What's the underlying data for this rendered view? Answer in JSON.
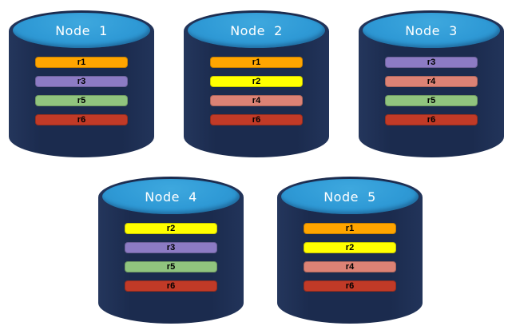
{
  "canvas": {
    "background": "#ffffff"
  },
  "colors": {
    "cylinder_body": "#1B2B4E",
    "cylinder_top": "#2F9AD6",
    "node_title_text": "#FFFFFF",
    "replica_label_text": "#000000"
  },
  "replica_colors": {
    "r1": "#FFA500",
    "r2": "#FFFF00",
    "r3": "#8C7BC4",
    "r4": "#DC8275",
    "r5": "#90C47E",
    "r6": "#C13A27"
  },
  "nodes": [
    {
      "title": "Node  1",
      "replicas": [
        {
          "label": "r1",
          "color": "#FFA500"
        },
        {
          "label": "r3",
          "color": "#8C7BC4"
        },
        {
          "label": "r5",
          "color": "#90C47E"
        },
        {
          "label": "r6",
          "color": "#C13A27"
        }
      ]
    },
    {
      "title": "Node  2",
      "replicas": [
        {
          "label": "r1",
          "color": "#FFA500"
        },
        {
          "label": "r2",
          "color": "#FFFF00"
        },
        {
          "label": "r4",
          "color": "#DC8275"
        },
        {
          "label": "r6",
          "color": "#C13A27"
        }
      ]
    },
    {
      "title": "Node  3",
      "replicas": [
        {
          "label": "r3",
          "color": "#8C7BC4"
        },
        {
          "label": "r4",
          "color": "#DC8275"
        },
        {
          "label": "r5",
          "color": "#90C47E"
        },
        {
          "label": "r6",
          "color": "#C13A27"
        }
      ]
    },
    {
      "title": "Node  4",
      "replicas": [
        {
          "label": "r2",
          "color": "#FFFF00"
        },
        {
          "label": "r3",
          "color": "#8C7BC4"
        },
        {
          "label": "r5",
          "color": "#90C47E"
        },
        {
          "label": "r6",
          "color": "#C13A27"
        }
      ]
    },
    {
      "title": "Node  5",
      "replicas": [
        {
          "label": "r1",
          "color": "#FFA500"
        },
        {
          "label": "r2",
          "color": "#FFFF00"
        },
        {
          "label": "r4",
          "color": "#DC8275"
        },
        {
          "label": "r6",
          "color": "#C13A27"
        }
      ]
    }
  ]
}
